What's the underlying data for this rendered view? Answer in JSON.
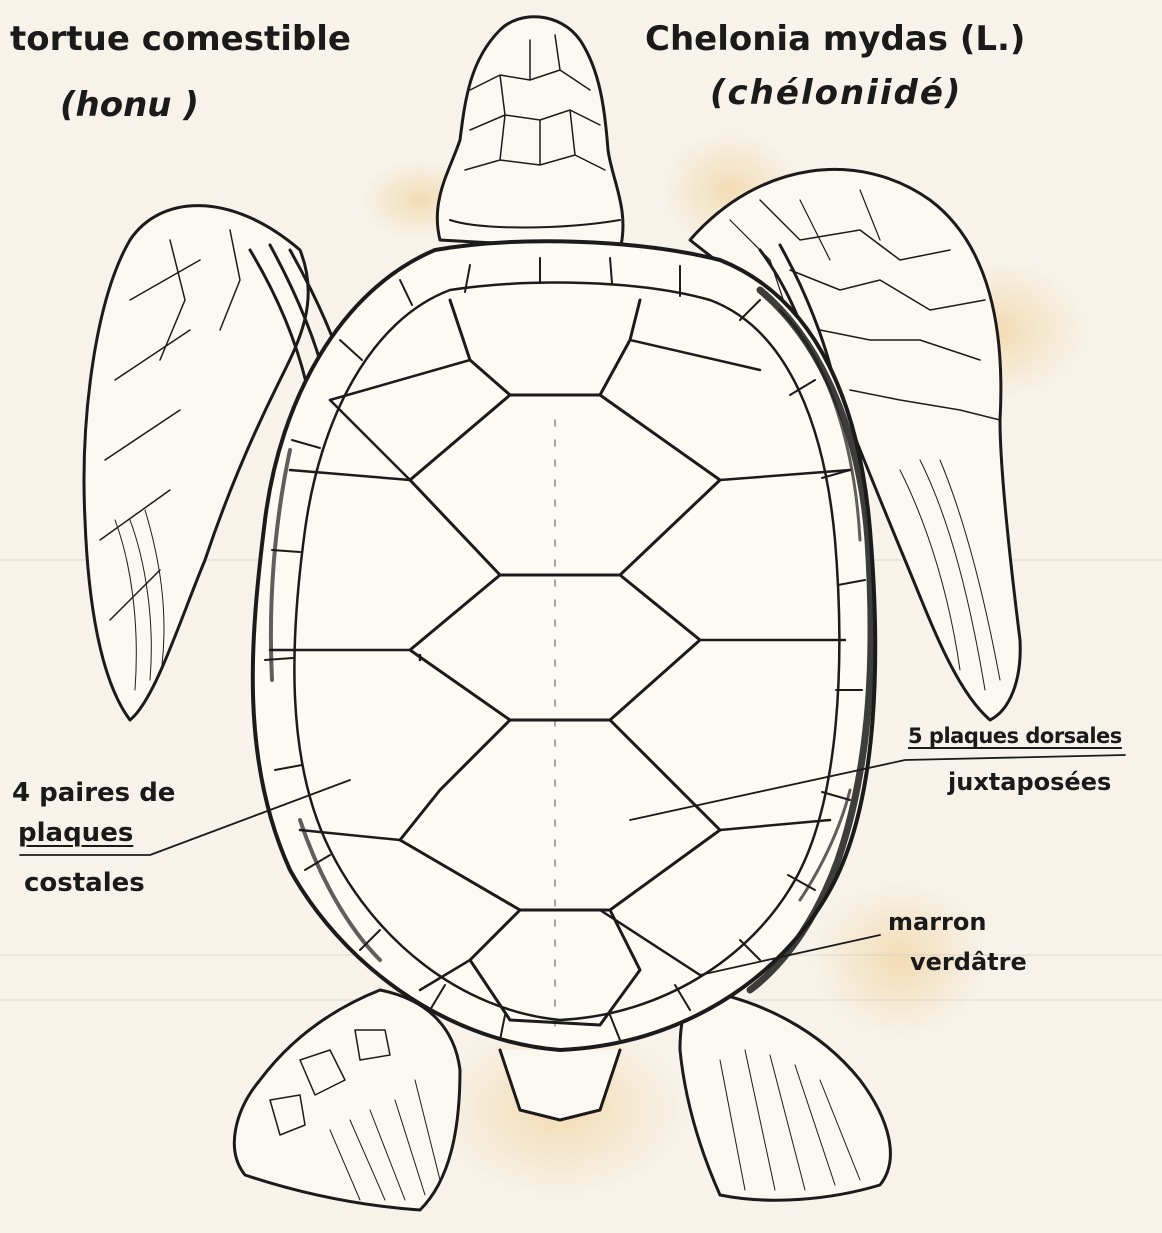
{
  "header": {
    "common_name": "tortue comestible",
    "local_name": "(honu )",
    "scientific_name": "Chelonia mydas (L.)",
    "family": "(chéloniidé)"
  },
  "annotations": {
    "costal": {
      "line1": "4 paires de",
      "line2": "plaques",
      "line3": "costales"
    },
    "dorsal": {
      "line1": "5 plaques dorsales",
      "line2": "juxtaposées"
    },
    "color": {
      "line1": "marron",
      "line2": "verdâtre"
    }
  },
  "colors": {
    "paper": "#f7f3ea",
    "ink": "#1b1b1b",
    "stain": "#f0c98a"
  }
}
